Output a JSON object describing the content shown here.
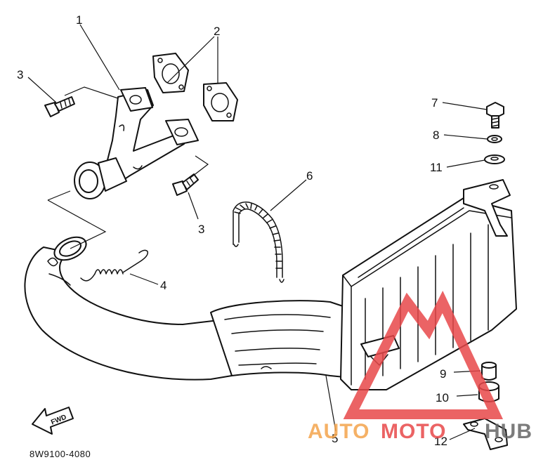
{
  "diagram": {
    "part_code": "8W9100-4080",
    "fwd_label": "FWD",
    "callouts": {
      "c1": "1",
      "c2": "2",
      "c3a": "3",
      "c3b": "3",
      "c4": "4",
      "c5": "5",
      "c6": "6",
      "c7": "7",
      "c8": "8",
      "c9": "9",
      "c10": "10",
      "c11": "11",
      "c12": "12"
    }
  },
  "watermark": {
    "text_auto": "AUTO",
    "text_moto": "MOTO",
    "text_hub": "HUB",
    "color_red": "#e8484a",
    "color_orange": "#f4a44c",
    "color_gray": "#666666"
  }
}
